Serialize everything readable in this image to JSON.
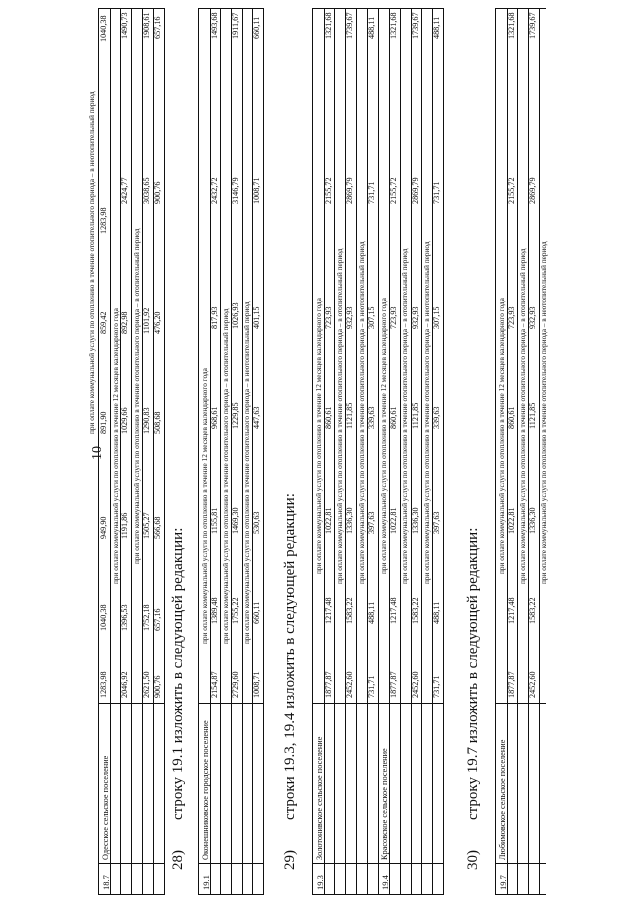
{
  "page_number": "10",
  "captions": {
    "nonheating": "при оплате коммунальной услуги по отоплению в течение отопительного периода – в неотопительный период",
    "twelve": "при оплате коммунальной услуги по отоплению в течение 12 месяцев календарного года",
    "heating": "при оплате коммунальной услуги по отоплению в течение отопительного периода – в отопительный период"
  },
  "row_18_7": {
    "code": "18.7",
    "name": "Одесское сельское поселение",
    "sub_nonheating": [
      "1283,98",
      "1040,38",
      "949,90",
      "891,90",
      "859,42",
      "1283,98",
      "1040,38"
    ],
    "sub_twelve": [
      "2046,92",
      "1396,53",
      "1191,86",
      "1029,66",
      "892,98",
      "2424,77",
      "1490,73"
    ],
    "sub_heating": [
      "2621,50",
      "1752,18",
      "1505,27",
      "1290,83",
      "1101,92",
      "3038,65",
      "1908,61"
    ],
    "sub_last": [
      "900,76",
      "657,16",
      "566,68",
      "508,68",
      "476,20",
      "900,76",
      "657,16"
    ]
  },
  "section28": {
    "num": "28)",
    "heading": "строку 19.1 изложить в следующей редакции:",
    "code": "19.1",
    "name": "Оконешниковское городское поселение",
    "twelve": [
      "2154,87",
      "1389,48",
      "1155,81",
      "968,61",
      "817,93",
      "2432,72",
      "1493,68"
    ],
    "heating": [
      "2729,60",
      "1755,22",
      "1469,30",
      "1229,85",
      "1026,93",
      "3146,79",
      "1911,67"
    ],
    "nonheating": [
      "1008,71",
      "660,11",
      "530,63",
      "447,63",
      "401,15",
      "1008,71",
      "660,11"
    ]
  },
  "section29": {
    "num": "29)",
    "heading": "строки 19.3, 19.4 изложить в следующей редакции:",
    "rows": [
      {
        "code": "19.3",
        "name": "Золотонивское сельское поселение",
        "twelve": [
          "1877,87",
          "1217,48",
          "1022,81",
          "860,61",
          "723,93",
          "2155,72",
          "1321,68"
        ],
        "heating": [
          "2452,60",
          "1583,22",
          "1336,30",
          "1121,85",
          "932,93",
          "2869,79",
          "1739,67"
        ],
        "nonheating": [
          "731,71",
          "488,11",
          "397,63",
          "339,63",
          "307,15",
          "731,71",
          "488,11"
        ]
      },
      {
        "code": "19.4",
        "name": "Красовское сельское поселение",
        "twelve": [
          "1877,87",
          "1217,48",
          "1022,81",
          "860,61",
          "723,93",
          "2155,72",
          "1321,68"
        ],
        "heating": [
          "2452,60",
          "1583,22",
          "1336,30",
          "1121,85",
          "932,93",
          "2869,79",
          "1739,67"
        ],
        "nonheating": [
          "731,71",
          "488,11",
          "397,63",
          "339,63",
          "307,15",
          "731,71",
          "488,11"
        ]
      }
    ]
  },
  "section30": {
    "num": "30)",
    "heading": "строку 19.7 изложить в следующей редакции:",
    "code": "19.7",
    "name": "Любимовское сельское поселение",
    "twelve": [
      "1877,87",
      "1217,48",
      "1022,81",
      "860,61",
      "723,93",
      "2155,72",
      "1321,68"
    ],
    "heating": [
      "2452,60",
      "1583,22",
      "1336,30",
      "1121,85",
      "932,93",
      "2869,79",
      "1739,67"
    ]
  }
}
